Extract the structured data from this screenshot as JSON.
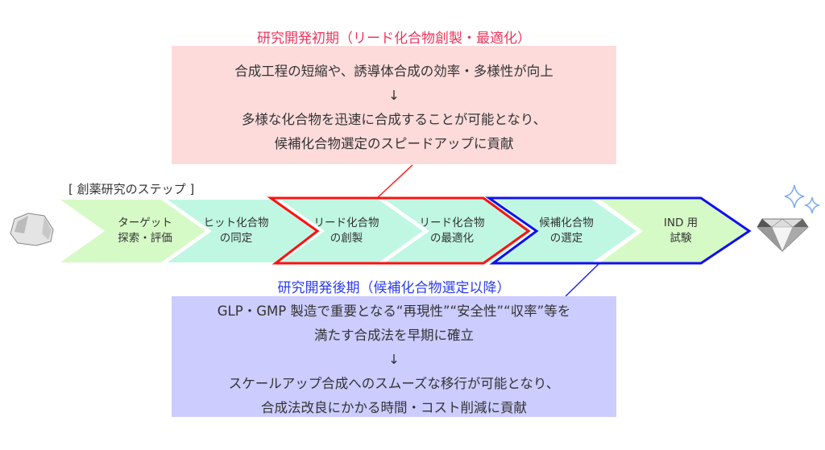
{
  "early_phase": {
    "title": "研究開発初期（リード化合物創製・最適化）",
    "lines": [
      "合成工程の短縮や、誘導体合成の効率・多様性が向上",
      "↓",
      "多様な化合物を迅速に合成することが可能となり、",
      "候補化合物選定のスピードアップに貢献"
    ],
    "color": "#f0355a"
  },
  "late_phase": {
    "title": "研究開発後期（候補化合物選定以降）",
    "lines": [
      "GLP・GMP 製造で重要となる“再現性”“安全性”“収率”等を",
      "満たす合成法を早期に確立",
      "↓",
      "スケールアップ合成へのスムーズな移行が可能となり、",
      "合成法改良にかかる時間・コスト削減に貢献"
    ],
    "color": "#2a3cf0"
  },
  "steps_label": "[ 創薬研究のステップ ]",
  "steps": [
    {
      "line1": "ターゲット",
      "line2": "探索・評価"
    },
    {
      "line1": "ヒット化合物",
      "line2": "の同定"
    },
    {
      "line1": "リード化合物",
      "line2": "の創製"
    },
    {
      "line1": "リード化合物",
      "line2": "の最適化"
    },
    {
      "line1": "候補化合物",
      "line2": "の選定"
    },
    {
      "line1": "IND 用",
      "line2": "試験"
    }
  ],
  "icons": {
    "start": "rough-stone-icon",
    "end": "diamond-icon",
    "sparkle": "sparkle-icon"
  }
}
